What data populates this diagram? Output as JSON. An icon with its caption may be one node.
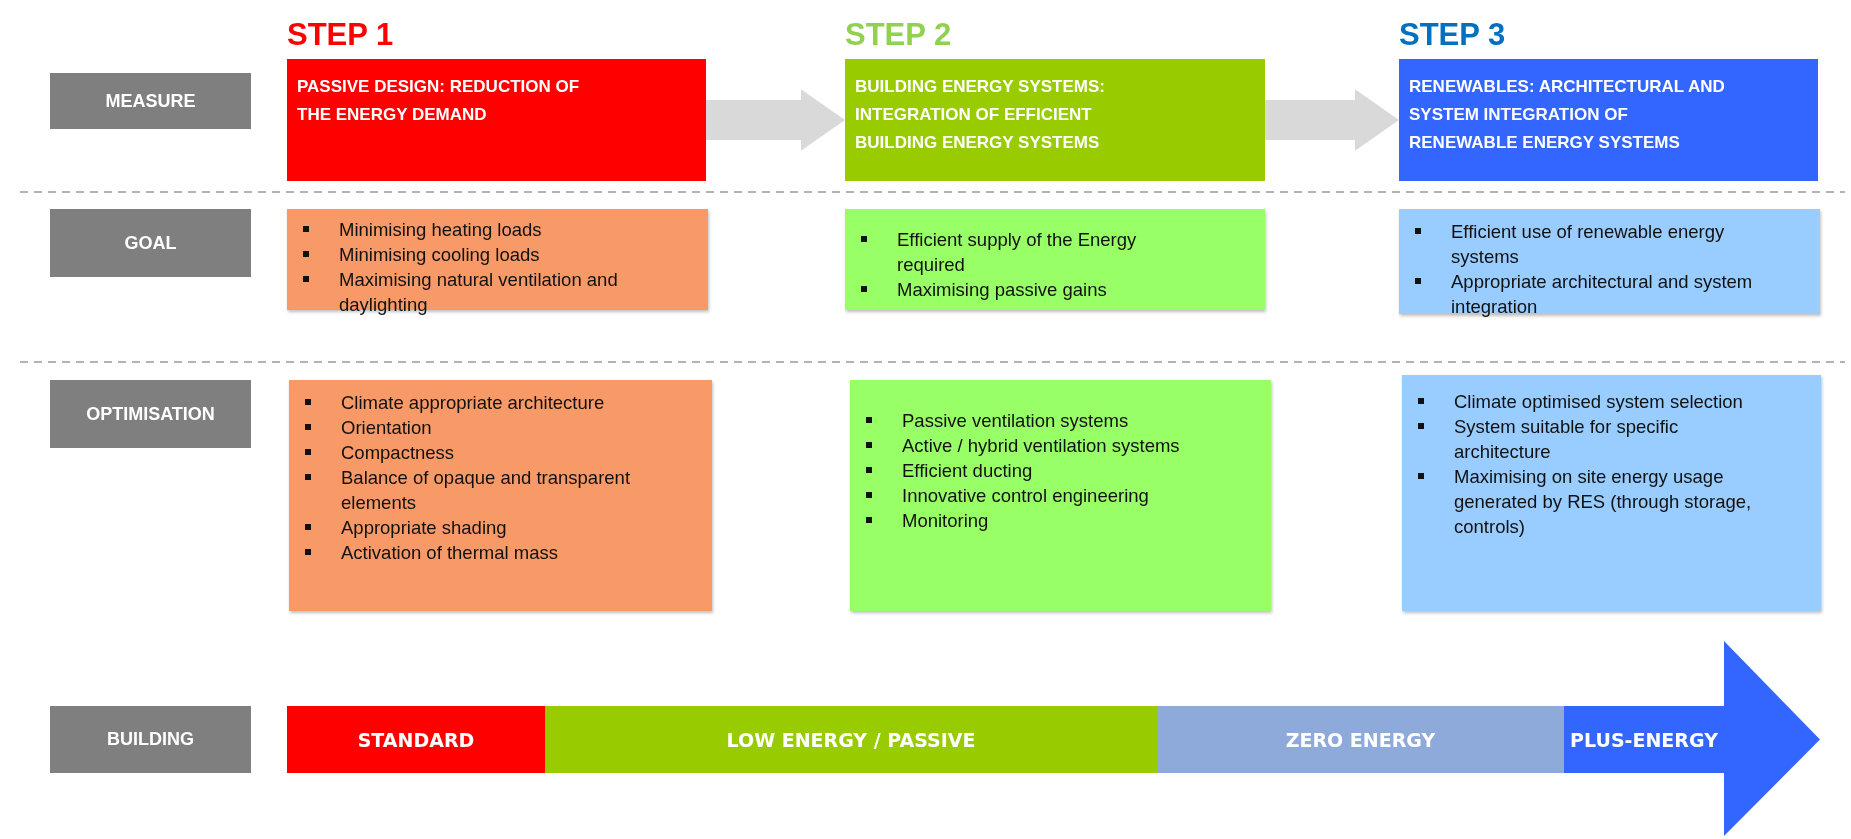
{
  "diagram": {
    "nodes": [
      {
        "text": [
          "MEASURE"
        ]
      },
      {
        "text": [
          "STEP 1",
          "PASSIVE DESIGN: REDUCTION OF THE ENERGY DEMAND"
        ]
      },
      {
        "text": [
          "STEP 2",
          "BUILDING ENERGY SYSTEMS: INTEGRATION OF EFFICIENT BUILDING ENERGY SYSTEMS"
        ]
      },
      {
        "text": [
          "STEP 3",
          "RENEWABLES: ARCHITECTURAL AND SYSTEM INTEGRATION OF RENEWABLE ENERGY SYSTEMS"
        ]
      },
      {
        "text": [
          "GOAL"
        ]
      },
      {
        "text": [
          "Minimising heating loads",
          "Minimising cooling loads",
          "Maximising natural ventilation and daylighting"
        ]
      },
      {
        "text": [
          "Efficient supply of the Energy required",
          "Maximising passive gains"
        ]
      },
      {
        "text": [
          "Efficient use of renewable energy systems",
          "Appropriate architectural and system integration"
        ]
      },
      {
        "text": [
          "OPTIMISATION"
        ]
      },
      {
        "text": [
          "Climate appropriate architecture",
          "Orientation",
          "Compactness",
          "Balance of opaque and transparent elements",
          "Appropriate shading",
          "Activation of thermal mass"
        ]
      },
      {
        "text": [
          "Passive ventilation systems",
          "Active / hybrid ventilation systems",
          "Efficient ducting",
          "Innovative control engineering",
          "Monitoring"
        ]
      },
      {
        "text": [
          "Climate optimised system selection",
          "System suitable for specific architecture",
          "Maximising on site energy usage generated by RES (through storage, controls)"
        ]
      },
      {
        "text": [
          "BUILDING"
        ]
      },
      {
        "text": [
          "STANDARD"
        ]
      },
      {
        "text": [
          "LOW ENERGY / PASSIVE"
        ]
      },
      {
        "text": [
          "ZERO ENERGY"
        ]
      },
      {
        "text": [
          "PLUS-ENERGY"
        ]
      }
    ],
    "edges": [
      {
        "from": 1,
        "to": 2,
        "arrow": "to"
      },
      {
        "from": 2,
        "to": 3,
        "arrow": "to"
      }
    ]
  }
}
